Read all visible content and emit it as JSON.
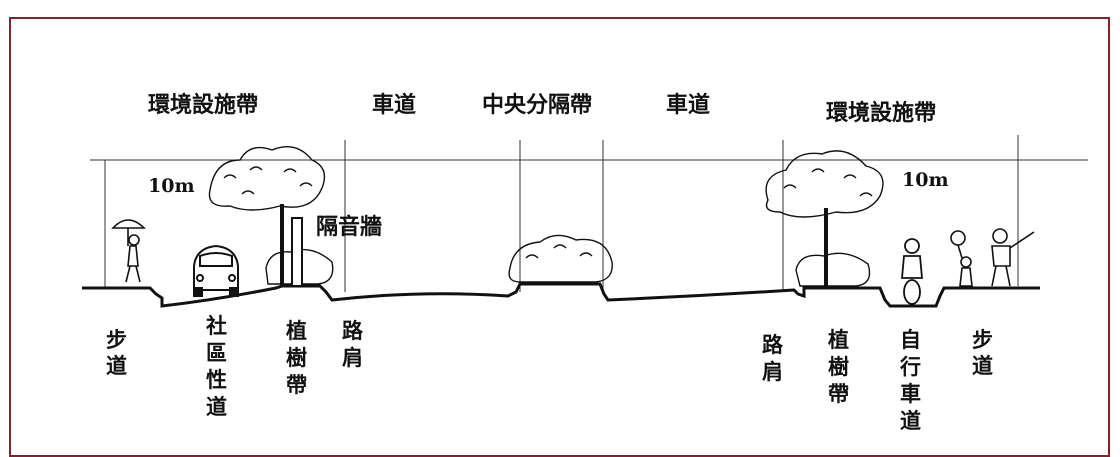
{
  "top_labels": {
    "env_left": "環境設施帶",
    "road_left": "車道",
    "median": "中央分隔帶",
    "road_right": "車道",
    "env_right": "環境設施帶"
  },
  "measures": {
    "left": "10m",
    "right": "10m"
  },
  "soundwall": "隔音牆",
  "bottom_labels": {
    "sidewalk_left": [
      "步",
      "道"
    ],
    "community_road": [
      "社",
      "區",
      "性",
      "道"
    ],
    "planting_left": [
      "植",
      "樹",
      "帶"
    ],
    "shoulder_left": [
      "路",
      "肩"
    ],
    "shoulder_right": [
      "路",
      "肩"
    ],
    "planting_right": [
      "植",
      "樹",
      "帶"
    ],
    "bike_lane": [
      "自",
      "行",
      "車",
      "道"
    ],
    "sidewalk_right": [
      "步",
      "道"
    ]
  }
}
